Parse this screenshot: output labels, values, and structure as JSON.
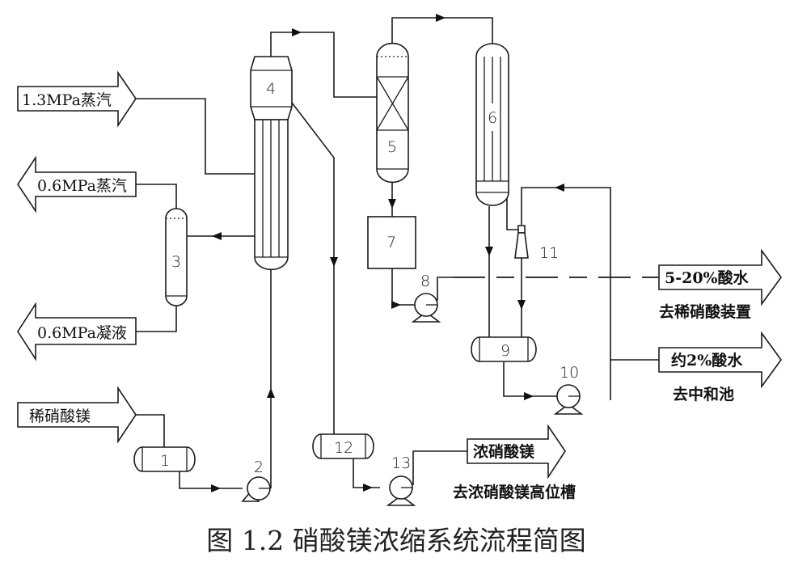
{
  "diagram": {
    "caption": "图 1.2  硝酸镁浓缩系统流程简图",
    "equipment": [
      {
        "id": "1",
        "type": "horizontal-tank",
        "label": "1"
      },
      {
        "id": "2",
        "type": "pump",
        "label": "2"
      },
      {
        "id": "3",
        "type": "vertical-separator",
        "label": "3"
      },
      {
        "id": "4",
        "type": "evaporator",
        "label": "4"
      },
      {
        "id": "5",
        "type": "packed-column",
        "label": "5"
      },
      {
        "id": "6",
        "type": "condenser",
        "label": "6"
      },
      {
        "id": "7",
        "type": "tank",
        "label": "7"
      },
      {
        "id": "8",
        "type": "pump",
        "label": "8"
      },
      {
        "id": "9",
        "type": "horizontal-tank",
        "label": "9"
      },
      {
        "id": "10",
        "type": "pump",
        "label": "10"
      },
      {
        "id": "11",
        "type": "ejector",
        "label": "11"
      },
      {
        "id": "12",
        "type": "horizontal-tank",
        "label": "12"
      },
      {
        "id": "13",
        "type": "pump",
        "label": "13"
      }
    ],
    "streams": {
      "steam_in": {
        "label": "1.3MPa蒸汽",
        "direction": "in"
      },
      "steam_out": {
        "label": "0.6MPa蒸汽",
        "direction": "out"
      },
      "condensate_out": {
        "label": "0.6MPa凝液",
        "direction": "out"
      },
      "feed_in": {
        "label": "稀硝酸镁",
        "direction": "in"
      },
      "acid_water_high": {
        "label": "5-20%酸水",
        "note": "去稀硝酸装置",
        "direction": "out"
      },
      "acid_water_low": {
        "label": "约2%酸水",
        "note": "去中和池",
        "direction": "out"
      },
      "product_out": {
        "label": "浓硝酸镁",
        "note": "去浓硝酸镁高位槽",
        "direction": "out"
      }
    },
    "colors": {
      "line": "#1a1a1a",
      "background": "#ffffff"
    }
  }
}
